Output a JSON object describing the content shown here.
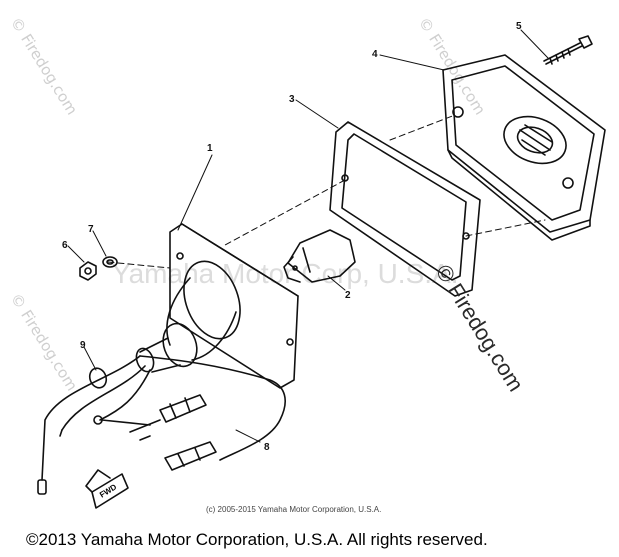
{
  "watermarks": {
    "firedog_small": "© Firedog.com",
    "yamaha_center": "Yamaha Motor Corp, U.S.A.",
    "firedog_large": "© Firedog.com"
  },
  "callouts": [
    "1",
    "2",
    "3",
    "4",
    "5",
    "6",
    "7",
    "8",
    "9"
  ],
  "fwd_label": "FWD",
  "copyright_small": "(c) 2005-2015 Yamaha Motor Corporation, U.S.A.",
  "copyright_main": "©2013 Yamaha Motor Corporation, U.S.A. All rights reserved."
}
